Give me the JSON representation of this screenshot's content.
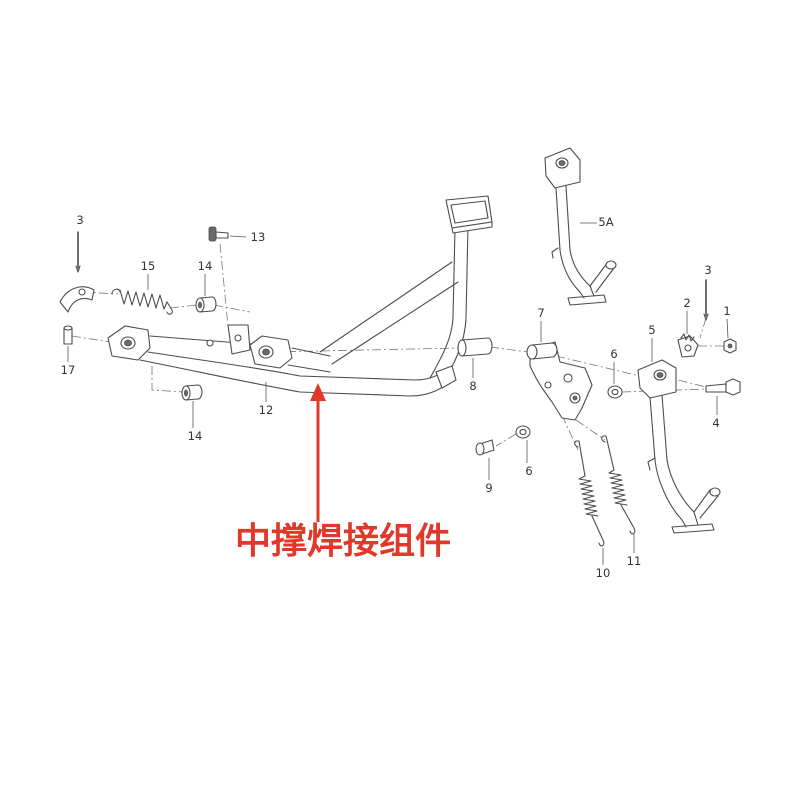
{
  "caption": "中撑焊接组件",
  "callouts": [
    {
      "label": "3"
    },
    {
      "label": "15"
    },
    {
      "label": "14"
    },
    {
      "label": "13"
    },
    {
      "label": "17"
    },
    {
      "label": "12"
    },
    {
      "label": "14"
    },
    {
      "label": "5A"
    },
    {
      "label": "3"
    },
    {
      "label": "2"
    },
    {
      "label": "1"
    },
    {
      "label": "7"
    },
    {
      "label": "5"
    },
    {
      "label": "6"
    },
    {
      "label": "8"
    },
    {
      "label": "4"
    },
    {
      "label": "9"
    },
    {
      "label": "6"
    },
    {
      "label": "10"
    },
    {
      "label": "11"
    }
  ],
  "colors": {
    "line": "#4d4d4d",
    "caption": "#e0392b",
    "background": "#ffffff"
  }
}
